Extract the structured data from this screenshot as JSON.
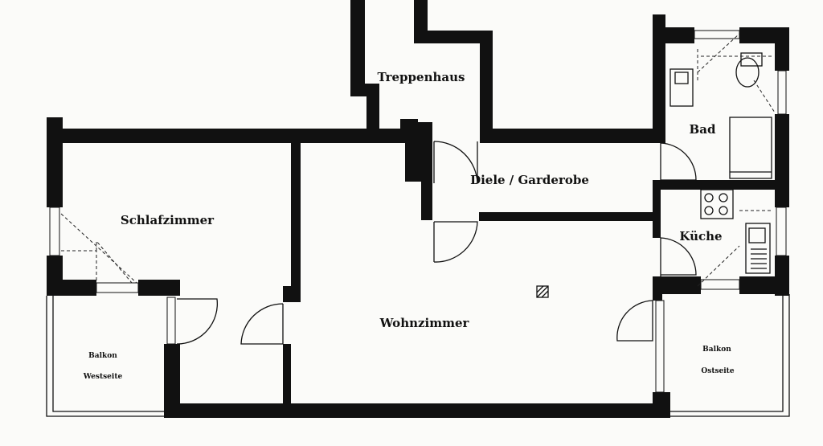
{
  "rooms": {
    "treppenhaus": "Treppenhaus",
    "bad": "Bad",
    "diele": "Diele / Garderobe",
    "schlafzimmer": "Schlafzimmer",
    "kueche": "Küche",
    "wohnzimmer": "Wohnzimmer",
    "balkon_west_line1": "Balkon",
    "balkon_west_line2": "Westseite",
    "balkon_ost_line1": "Balkon",
    "balkon_ost_line2": "Ostseite"
  },
  "colors": {
    "wall": "#111111",
    "paper": "#fbfbf9"
  }
}
